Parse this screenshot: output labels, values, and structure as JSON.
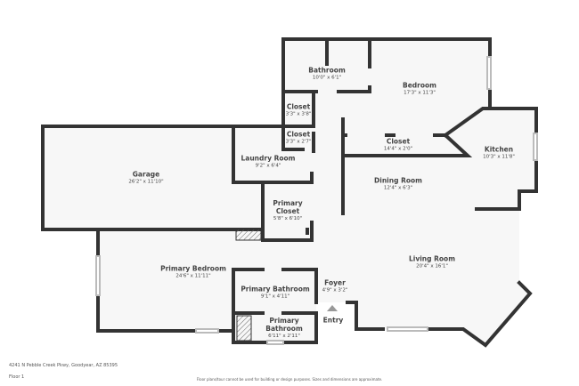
{
  "rooms": [
    {
      "name": "Bathroom",
      "dim": "10'0\" x 6'1\""
    },
    {
      "name": "Bedroom",
      "dim": "17'3\" x 11'3\""
    },
    {
      "name": "Closet",
      "dim": "3'3\" x 3'8\""
    },
    {
      "name": "Closet",
      "dim": "3'3\" x 2'7\""
    },
    {
      "name": "Closet",
      "dim": "14'4\" x 2'0\""
    },
    {
      "name": "Kitchen",
      "dim": "10'3\" x 11'8\""
    },
    {
      "name": "Garage",
      "dim": "26'2\" x 11'10\""
    },
    {
      "name": "Laundry Room",
      "dim": "9'2\" x 6'4\""
    },
    {
      "name": "Dining Room",
      "dim": "12'4\" x 6'3\""
    },
    {
      "name": "Primary Closet",
      "dim": "5'8\" x 6'10\""
    },
    {
      "name": "Primary Bedroom",
      "dim": "24'6\" x 11'11\""
    },
    {
      "name": "Living Room",
      "dim": "20'4\" x 16'1\""
    },
    {
      "name": "Primary Bathroom",
      "dim": "9'1\" x 4'11\""
    },
    {
      "name": "Foyer",
      "dim": "4'9\" x 3'2\""
    },
    {
      "name": "Primary Bathroom",
      "dim": "6'11\" x 2'11\""
    }
  ],
  "entry_label": "Entry",
  "address": "4241 N Pebble Creek Pkwy, Goodyear, AZ 85395",
  "floor": "Floor 1",
  "disclaimer": "Floor plans/tour cannot be used for building or design purposes. Sizes and dimensions are approximate.",
  "colors": {
    "wall": "#333333",
    "floor": "#f7f7f7"
  }
}
